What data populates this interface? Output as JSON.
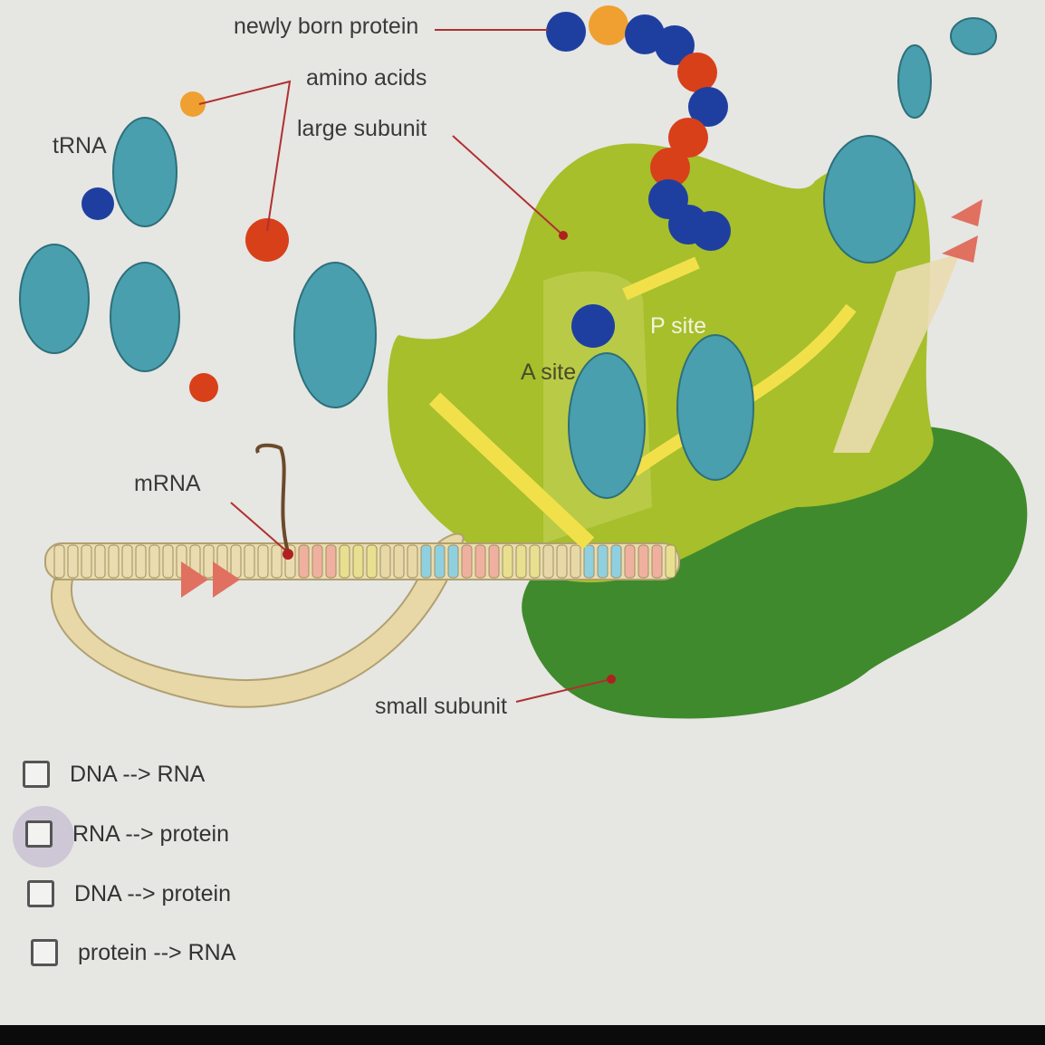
{
  "diagram": {
    "labels": {
      "newly_born_protein": "newly born protein",
      "amino_acids": "amino acids",
      "large_subunit": "large subunit",
      "trna": "tRNA",
      "mrna": "mRNA",
      "a_site": "A site",
      "p_site": "P site",
      "small_subunit": "small subunit"
    },
    "colors": {
      "large_subunit": "#a6bf2a",
      "small_subunit": "#3f8a2c",
      "trna": "#4a9fae",
      "amino_blue": "#1f3fa0",
      "amino_red": "#d8401a",
      "mrna": "#e8d8a8",
      "arrow": "#f2e04a"
    }
  },
  "question": {
    "options": [
      {
        "label": "DNA --> RNA",
        "checked": false
      },
      {
        "label": "RNA --> protein",
        "checked": false,
        "hovered": true
      },
      {
        "label": "DNA --> protein",
        "checked": false
      },
      {
        "label": "protein --> RNA",
        "checked": false
      }
    ]
  }
}
